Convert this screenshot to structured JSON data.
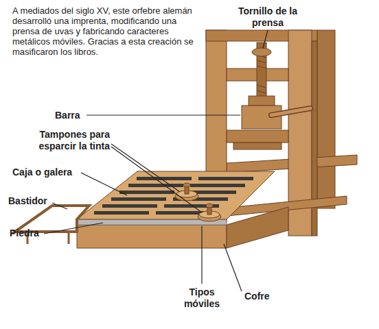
{
  "diagram": {
    "caption": "A mediados del siglo XV, este orfebre alemán desarrolló una imprenta, modificando una prensa de uvas y fabricando caracteres metálicos móviles. Gracias a esta creación se masificaron los libros.",
    "labels": [
      "Tornillo de la prensa",
      "Barra",
      "Tampones para esparcir la tinta",
      "Caja o galera",
      "Bastidor",
      "Piedra",
      "Tipos móviles",
      "Cofre"
    ]
  }
}
